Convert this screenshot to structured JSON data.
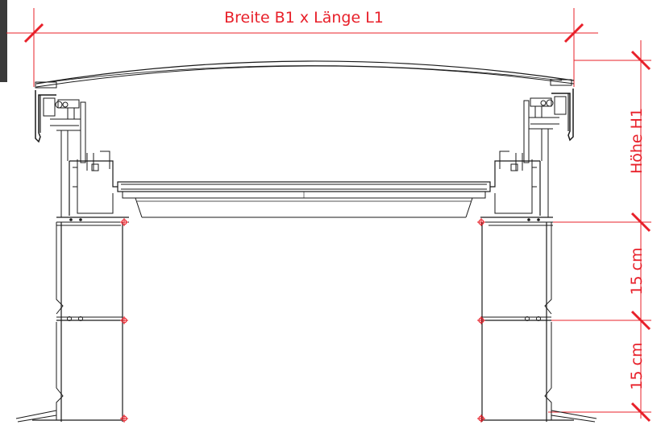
{
  "dimensions": {
    "width_label": "Breite B1 x Länge L1",
    "height_label": "Höhe H1",
    "upstand_1_label": "15 cm",
    "upstand_2_label": "15 cm"
  },
  "colors": {
    "dimension": "#e8202a",
    "linework": "#1a1a1a",
    "background": "#ffffff"
  }
}
